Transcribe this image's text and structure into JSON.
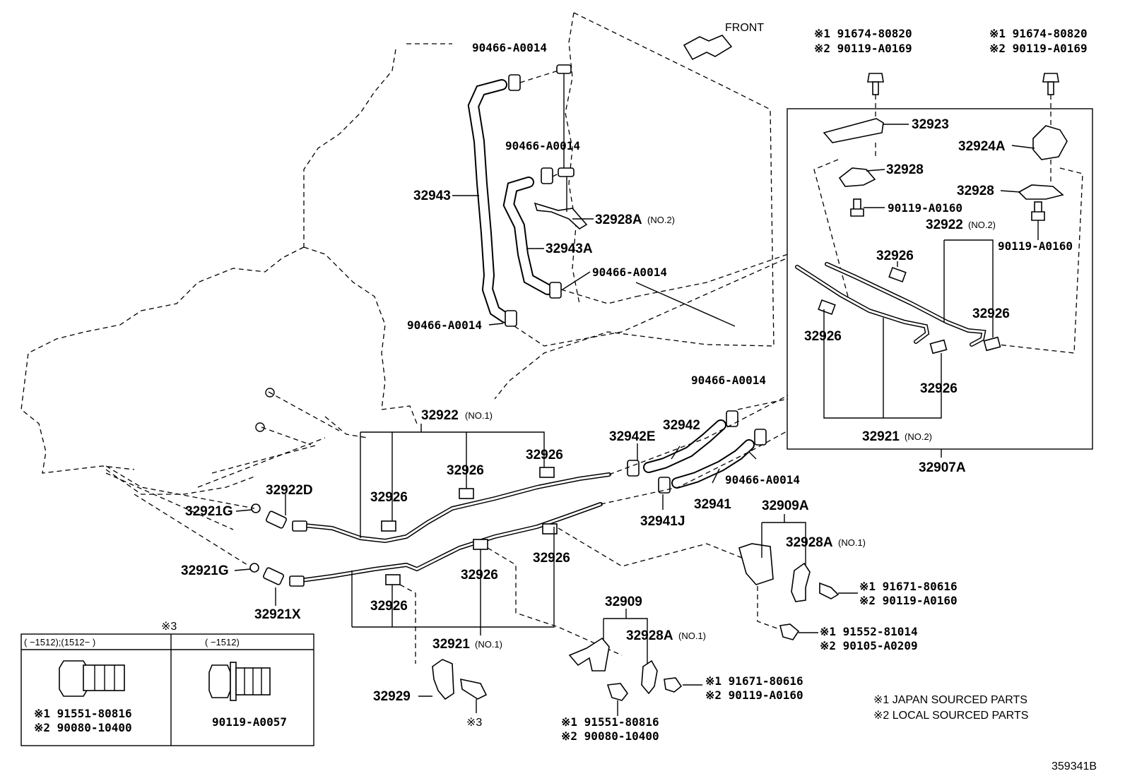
{
  "direction_label": "FRONT",
  "diagram_code": "359341B",
  "legend": {
    "note1": "※1 JAPAN SOURCED PARTS",
    "note2": "※2 LOCAL SOURCED PARTS"
  },
  "parts": {
    "p90466_top": "90466-A0014",
    "p90466_mid": "90466-A0014",
    "p90466_right": "90466-A0014",
    "p90466_left": "90466-A0014",
    "p90466_hose_a": "90466-A0014",
    "p90466_hose_b": "90466-A0014",
    "p32943": "32943",
    "p32943a": "32943A",
    "p32928a_no2": "32928A",
    "no2_a": "(NO.2)",
    "p32923": "32923",
    "p32924a": "32924A",
    "p32928_l": "32928",
    "p32928_r": "32928",
    "p90119_a0160_l": "90119-A0160",
    "p90119_a0160_r": "90119-A0160",
    "p32922_no2": "32922",
    "no2_b": "(NO.2)",
    "p32926_r1": "32926",
    "p32926_r2": "32926",
    "p32926_r3": "32926",
    "p32926_r4": "32926",
    "p32921_no2": "32921",
    "no2_c": "(NO.2)",
    "p32907a": "32907A",
    "bolt_tl_1": "※1 91674-80820",
    "bolt_tl_2": "※2 90119-A0169",
    "bolt_tr_1": "※1 91674-80820",
    "bolt_tr_2": "※2 90119-A0169",
    "p32922_no1": "32922",
    "no1_a": "(NO.1)",
    "p32926_l1": "32926",
    "p32926_l2": "32926",
    "p32926_l3": "32926",
    "p32926_l4": "32926",
    "p32926_l5": "32926",
    "p32926_l6": "32926",
    "p32942e": "32942E",
    "p32942": "32942",
    "p32941": "32941",
    "p32941j": "32941J",
    "p32922d": "32922D",
    "p32921g_a": "32921G",
    "p32921g_b": "32921G",
    "p32921x": "32921X",
    "p32921_no1": "32921",
    "no1_b": "(NO.1)",
    "p32909a": "32909A",
    "p32928a_no1_a": "32928A",
    "no1_c": "(NO.1)",
    "b1_1": "※1 91671-80616",
    "b1_2": "※2 90119-A0160",
    "b2_1": "※1 91552-81014",
    "b2_2": "※2 90105-A0209",
    "p32909": "32909",
    "p32928a_no1_b": "32928A",
    "no1_d": "(NO.1)",
    "b3_1": "※1 91671-80616",
    "b3_2": "※2 90119-A0160",
    "b4_1": "※1 91551-80816",
    "b4_2": "※2 90080-10400",
    "p32929": "32929",
    "mark3_a": "※3"
  },
  "inset": {
    "title": "※3",
    "col1_header": "(    −1512);(1512−     )",
    "col2_header": "(      −1512)",
    "col1_1": "※1 91551-80816",
    "col1_2": "※2 90080-10400",
    "col2_1": "90119-A0057"
  }
}
